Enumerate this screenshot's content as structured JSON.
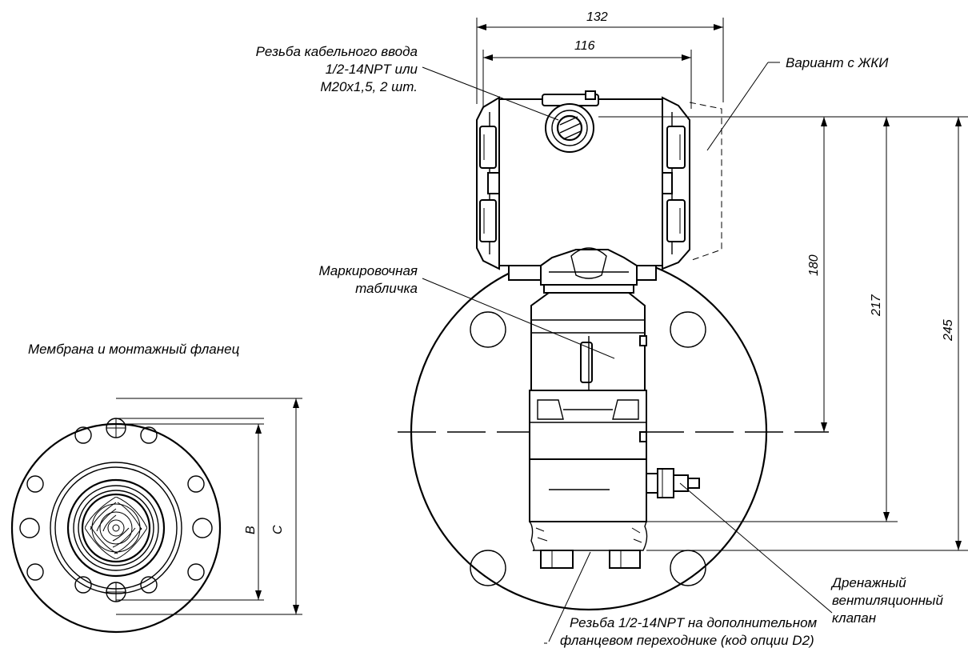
{
  "labels": {
    "cable_entry": [
      "Резьба кабельного ввода",
      "1/2-14NPT или",
      "M20x1,5, 2 шт."
    ],
    "lcd_variant": "Вариант с ЖКИ",
    "nameplate": [
      "Маркировочная",
      "табличка"
    ],
    "membrane_flange": "Мембрана и монтажный фланец",
    "drain_valve": [
      "Дренажный",
      "вентиляционный",
      "клапан"
    ],
    "flange_adapter": [
      "Резьба 1/2-14NPT на дополнительном",
      "фланцевом переходнике (код опции D2)"
    ]
  },
  "dimensions": {
    "width_outer": "132",
    "width_inner": "116",
    "h_180": "180",
    "h_217": "217",
    "h_245": "245",
    "dim_b": "B",
    "dim_c": "C"
  }
}
